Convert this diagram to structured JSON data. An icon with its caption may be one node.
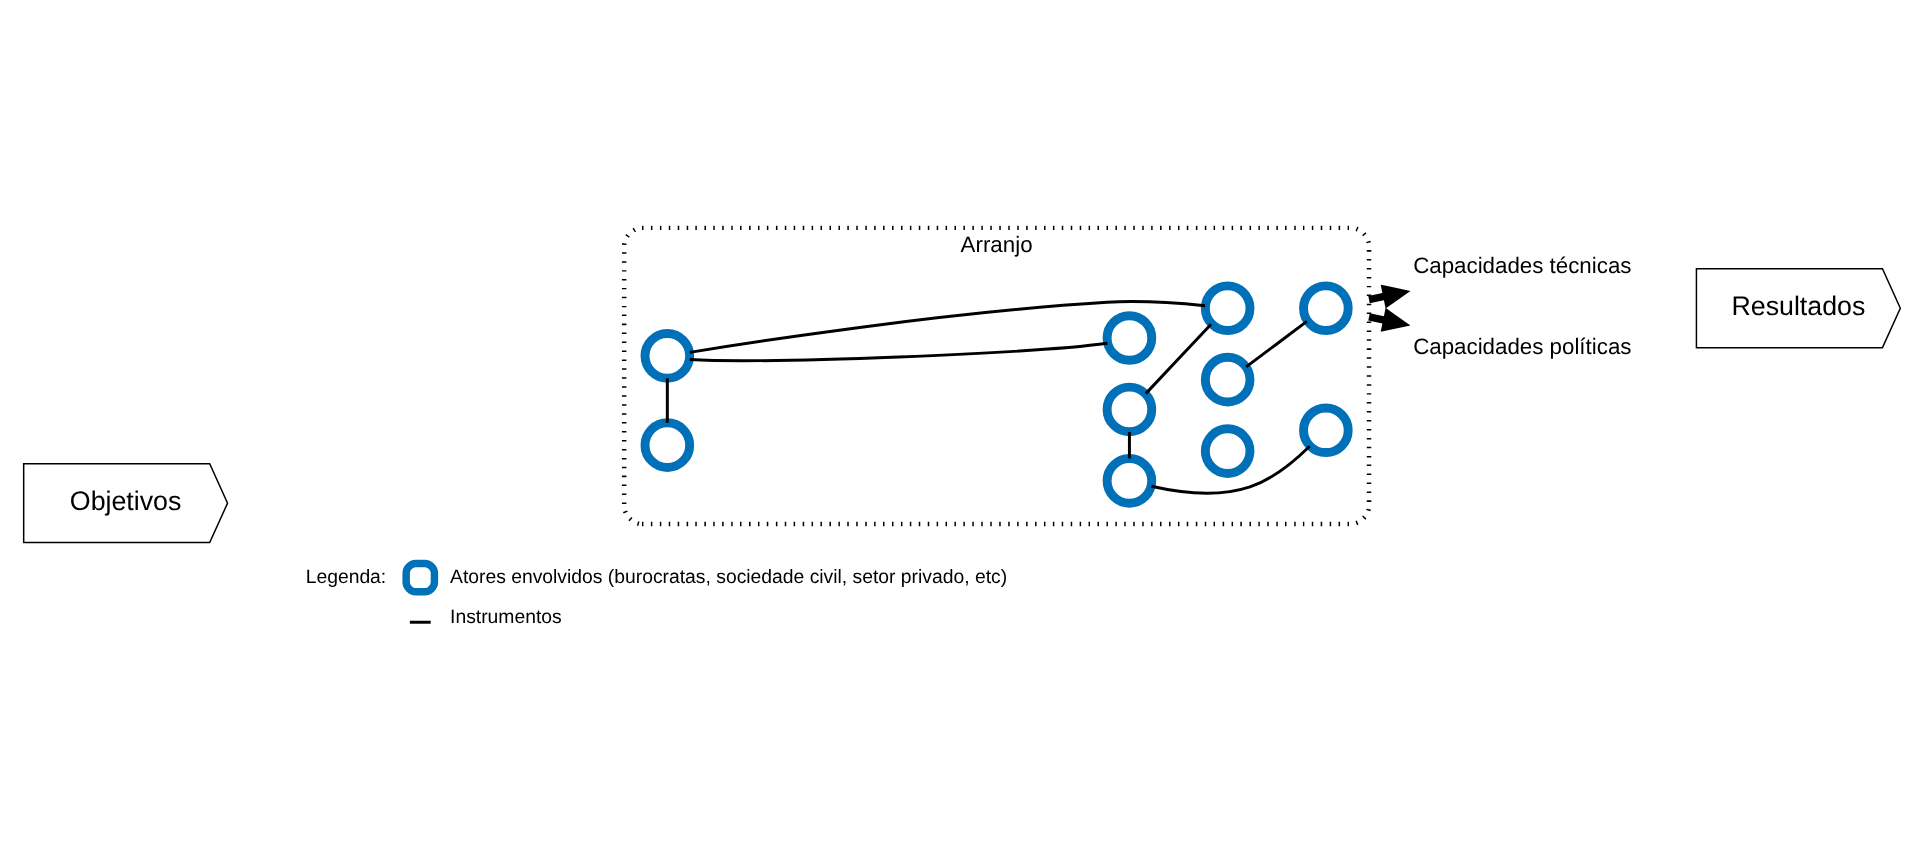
{
  "diagram": {
    "nodes": [
      {
        "text": [
          "Objetivos"
        ]
      },
      {
        "text": [
          "Arranjo"
        ]
      },
      {
        "text": [],
        "shape": "circle",
        "in": 1
      },
      {
        "text": [],
        "shape": "circle",
        "in": 1
      },
      {
        "text": [],
        "shape": "circle",
        "in": 1
      },
      {
        "text": [],
        "shape": "circle",
        "in": 1
      },
      {
        "text": [],
        "shape": "circle",
        "in": 1
      },
      {
        "text": [],
        "shape": "circle",
        "in": 1
      },
      {
        "text": [],
        "shape": "circle",
        "in": 1
      },
      {
        "text": [],
        "shape": "circle",
        "in": 1
      },
      {
        "text": [],
        "shape": "circle",
        "in": 1
      },
      {
        "text": [],
        "shape": "circle",
        "in": 1
      },
      {
        "text": [
          "Capacidades técnicas"
        ]
      },
      {
        "text": [
          "Capacidades políticas"
        ]
      },
      {
        "text": [
          "Resultados"
        ]
      }
    ],
    "edges": [
      {
        "from": 3,
        "to": 2,
        "arrow": "none"
      },
      {
        "from": 3,
        "to": 4,
        "arrow": "none"
      },
      {
        "from": 3,
        "to": 9,
        "arrow": "none"
      },
      {
        "from": 4,
        "to": 5,
        "arrow": "none"
      },
      {
        "from": 5,
        "to": 10,
        "arrow": "none"
      },
      {
        "from": 6,
        "to": 7,
        "arrow": "none"
      },
      {
        "from": 10,
        "to": 11,
        "arrow": "none"
      },
      {
        "from": 1,
        "to": 12,
        "arrow": "to",
        "style": "thick"
      },
      {
        "from": 1,
        "to": 13,
        "arrow": "to",
        "style": "thick"
      }
    ],
    "labels": [
      "Legenda:"
    ],
    "legend": [
      {
        "text": "Atores envolvidos (burocratas, sociedade civil, setor privado, etc)"
      },
      {
        "text": "Instrumentos"
      }
    ]
  }
}
